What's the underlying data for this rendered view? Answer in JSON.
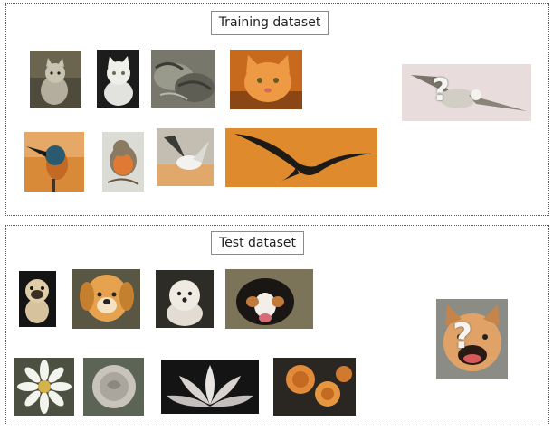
{
  "training": {
    "title": "Training dataset",
    "images": [
      {
        "name": "kitten-sitting-image"
      },
      {
        "name": "white-kitten-image"
      },
      {
        "name": "sleeping-cats-image"
      },
      {
        "name": "orange-cat-image"
      },
      {
        "name": "kingfisher-image"
      },
      {
        "name": "robin-image"
      },
      {
        "name": "seagull-flying-image"
      },
      {
        "name": "bird-silhouette-image"
      }
    ],
    "query": {
      "name": "query-seagull-image",
      "mark": "?"
    }
  },
  "test": {
    "title": "Test dataset",
    "images": [
      {
        "name": "pug-image"
      },
      {
        "name": "golden-retriever-image"
      },
      {
        "name": "white-puppy-image"
      },
      {
        "name": "bernese-dog-image"
      },
      {
        "name": "daisy-image"
      },
      {
        "name": "rose-image"
      },
      {
        "name": "lotus-image"
      },
      {
        "name": "orange-roses-image"
      }
    ],
    "query": {
      "name": "query-bulldog-image",
      "mark": "?"
    }
  },
  "colors": {
    "border": "#5a5a5a",
    "orange": "#e08a2e",
    "dark": "#2a2420",
    "grey": "#8c8c86"
  }
}
